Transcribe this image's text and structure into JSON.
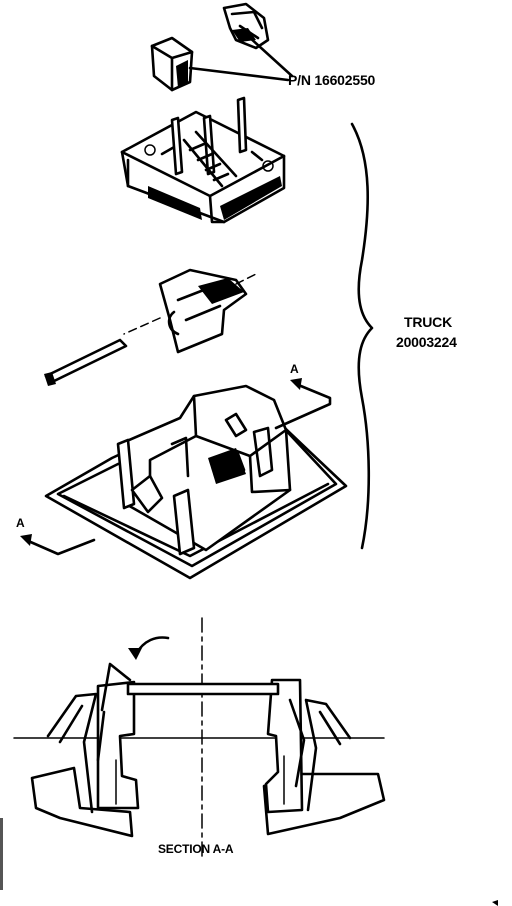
{
  "labels": {
    "part_number": "P/N 16602550",
    "truck_title": "TRUCK",
    "truck_number": "20003224",
    "section_arrow_right": "A",
    "section_arrow_left": "A",
    "section_caption": "SECTION A-A"
  }
}
